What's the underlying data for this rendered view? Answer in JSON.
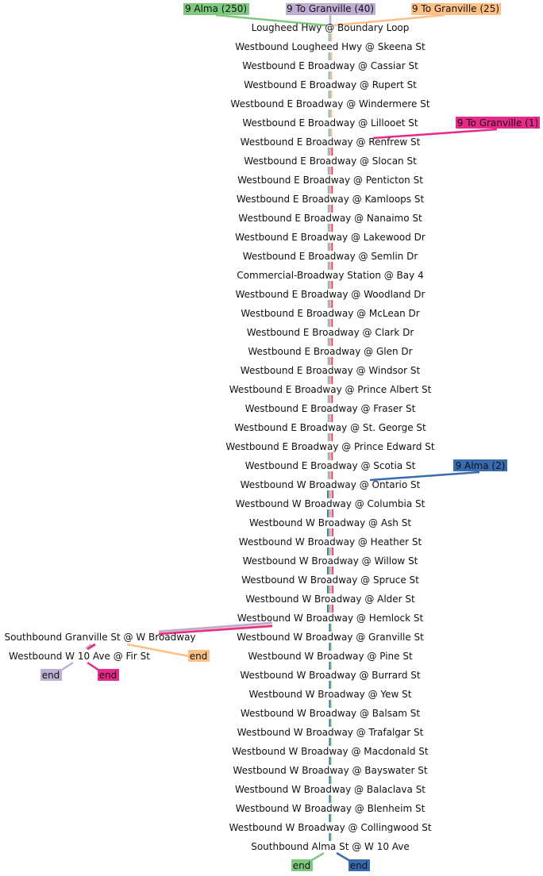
{
  "colors": {
    "alma250": "#7fc97f",
    "granville40": "#beaed4",
    "granville25": "#fdc086",
    "granville1": "#e7298a",
    "alma2": "#386cb0"
  },
  "routes": [
    {
      "id": "alma250",
      "label": "9 Alma (250)"
    },
    {
      "id": "granville40",
      "label": "9 To Granville (40)"
    },
    {
      "id": "granville25",
      "label": "9 To Granville (25)"
    },
    {
      "id": "granville1",
      "label": "9 To Granville (1)"
    },
    {
      "id": "alma2",
      "label": "9 Alma (2)"
    }
  ],
  "stops": [
    "Lougheed Hwy @ Boundary Loop",
    "Westbound Lougheed Hwy @ Skeena St",
    "Westbound E Broadway @ Cassiar St",
    "Westbound E Broadway @ Rupert St",
    "Westbound E Broadway @ Windermere St",
    "Westbound E Broadway @ Lillooet St",
    "Westbound E Broadway @ Renfrew St",
    "Westbound E Broadway @ Slocan St",
    "Westbound E Broadway @ Penticton St",
    "Westbound E Broadway @ Kamloops St",
    "Westbound E Broadway @ Nanaimo St",
    "Westbound E Broadway @ Lakewood Dr",
    "Westbound E Broadway @ Semlin Dr",
    "Commercial-Broadway Station @ Bay 4",
    "Westbound E Broadway @ Woodland Dr",
    "Westbound E Broadway @ McLean Dr",
    "Westbound E Broadway @ Clark Dr",
    "Westbound E Broadway @ Glen Dr",
    "Westbound E Broadway @ Windsor St",
    "Westbound E Broadway @ Prince Albert St",
    "Westbound E Broadway @ Fraser St",
    "Westbound E Broadway @ St. George St",
    "Westbound E Broadway @ Prince Edward St",
    "Westbound E Broadway @ Scotia St",
    "Westbound W Broadway @ Ontario St",
    "Westbound W Broadway @ Columbia St",
    "Westbound W Broadway @ Ash St",
    "Westbound W Broadway @ Heather St",
    "Westbound W Broadway @ Willow St",
    "Westbound W Broadway @ Spruce St",
    "Westbound W Broadway @ Alder St",
    "Westbound W Broadway @ Hemlock St",
    "Westbound W Broadway @ Granville St",
    "Westbound W Broadway @ Pine St",
    "Westbound W Broadway @ Burrard St",
    "Westbound W Broadway @ Yew St",
    "Westbound W Broadway @ Balsam St",
    "Westbound W Broadway @ Trafalgar St",
    "Westbound W Broadway @ Macdonald St",
    "Westbound W Broadway @ Bayswater St",
    "Westbound W Broadway @ Balaclava St",
    "Westbound W Broadway @ Blenheim St",
    "Westbound W Broadway @ Collingwood St",
    "Southbound Alma St @ W 10 Ave"
  ],
  "branch_stops": [
    "Southbound Granville St @ W Broadway",
    "Westbound W 10 Ave @ Fir St"
  ],
  "end_label": "end"
}
